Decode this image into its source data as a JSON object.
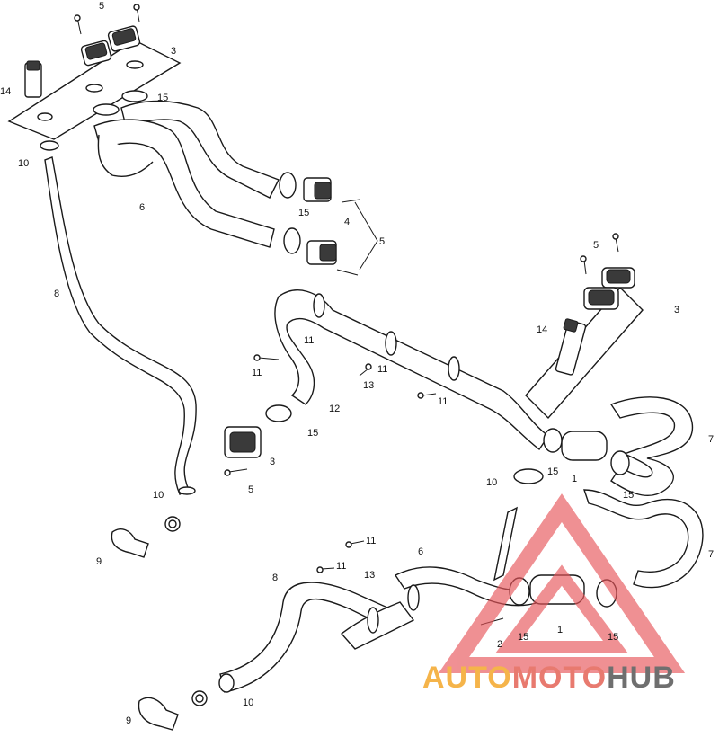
{
  "callouts": {
    "c1": "1",
    "c2": "2",
    "c3": "3",
    "c4": "4",
    "c5": "5",
    "c6": "6",
    "c7": "7",
    "c8": "8",
    "c9": "9",
    "c10": "10",
    "c11": "11",
    "c12": "12",
    "c13": "13",
    "c14": "14",
    "c15": "15"
  },
  "watermark": {
    "part1": "AUTO",
    "part2": "MOTO",
    "part3": "HUB",
    "color_auto": "#f5b44a",
    "color_moto": "#e87a6f",
    "color_hub": "#6f6f6f",
    "triangle_color": "#e8555a"
  }
}
